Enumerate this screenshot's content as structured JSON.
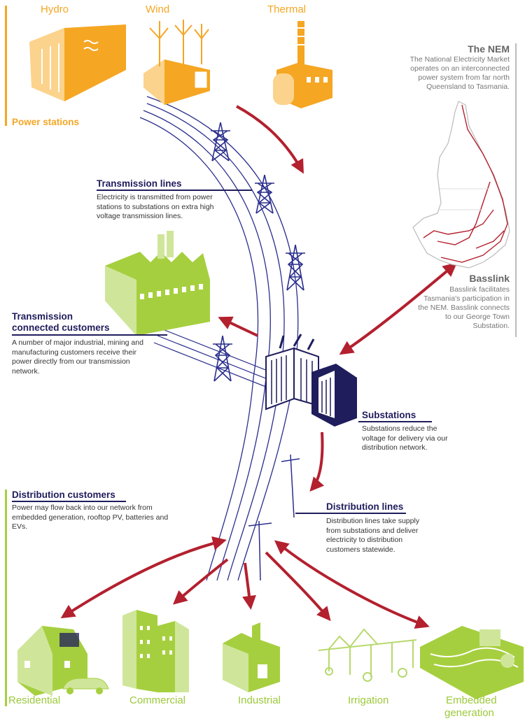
{
  "generation": {
    "hydro": "Hydro",
    "wind": "Wind",
    "thermal": "Thermal",
    "group_label": "Power stations"
  },
  "nem": {
    "title": "The NEM",
    "body": "The National Electricity Market operates on an interconnected power system from far north Queensland to Tasmania."
  },
  "basslink": {
    "title": "Basslink",
    "body": "Basslink facilitates Tasmania's participation in the NEM. Basslink connects to our George Town Substation."
  },
  "transmission_lines": {
    "title": "Transmission lines",
    "body": "Electricity is transmitted from power stations to substations on extra high voltage transmission lines."
  },
  "transmission_customers": {
    "title_line1": "Transmission",
    "title_line2": "connected customers",
    "body": "A number of major industrial, mining and manufacturing customers receive their power directly from our transmission network."
  },
  "substations": {
    "title": "Substations",
    "body": "Substations reduce the voltage for delivery via our distribution network."
  },
  "distribution_customers": {
    "title": "Distribution customers",
    "body": "Power may flow back into our network from embedded generation, rooftop PV, batteries and EVs."
  },
  "distribution_lines": {
    "title": "Distribution lines",
    "body": "Distribution lines take supply from substations and deliver electricity to distribution customers statewide."
  },
  "end_users": {
    "residential": "Residential",
    "commercial": "Commercial",
    "industrial": "Industrial",
    "irrigation": "Irrigation",
    "embedded_line1": "Embedded",
    "embedded_line2": "generation"
  },
  "colors": {
    "orange": "#f5a623",
    "navy": "#1f1d5c",
    "line_blue": "#2a2e8c",
    "green": "#a6cf3f",
    "arrow_red": "#b3202e",
    "grey": "#999999"
  }
}
